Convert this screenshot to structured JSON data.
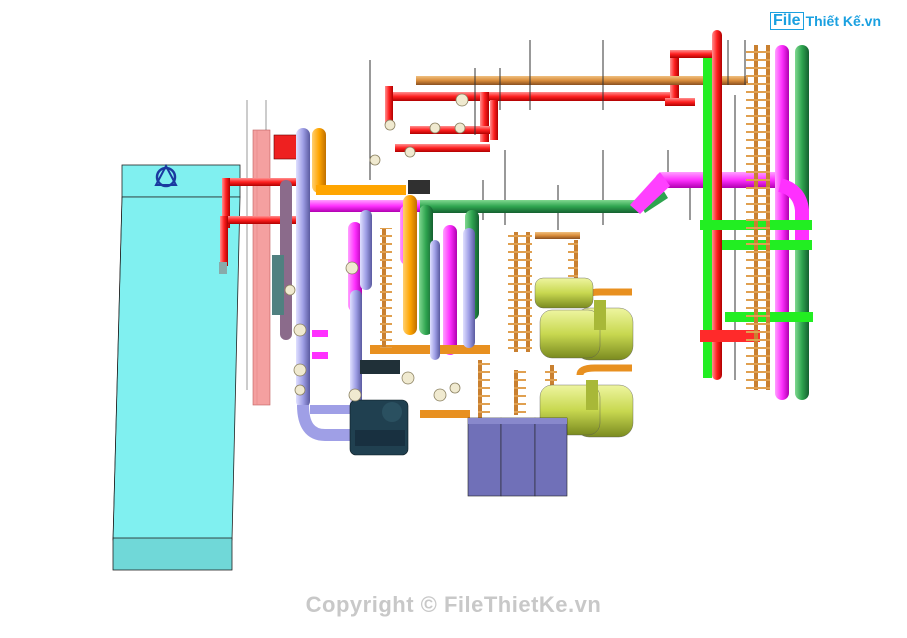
{
  "watermark": {
    "logo_file": "File",
    "logo_name": "Thiết Kế.vn",
    "copyright": "Copyright © FileThietKe.vn"
  },
  "colors": {
    "tank": "#80f0f0",
    "tank_base": "#70d8d8",
    "red_pipe": "#ff2a2a",
    "orange_pipe": "#ffa500",
    "brown_pipe": "#d98c3a",
    "magenta_pipe": "#ff33ff",
    "green_pipe": "#2ea44f",
    "bright_green": "#22ee22",
    "lavender_pipe": "#9f9fe6",
    "ladder": "#e0a050",
    "chiller": "#c8d850",
    "panel": "#7070b8",
    "pink_column": "#f4a0a0",
    "pump": "#204050"
  },
  "icons": [
    "tank-logo-icon",
    "pump-icon"
  ]
}
